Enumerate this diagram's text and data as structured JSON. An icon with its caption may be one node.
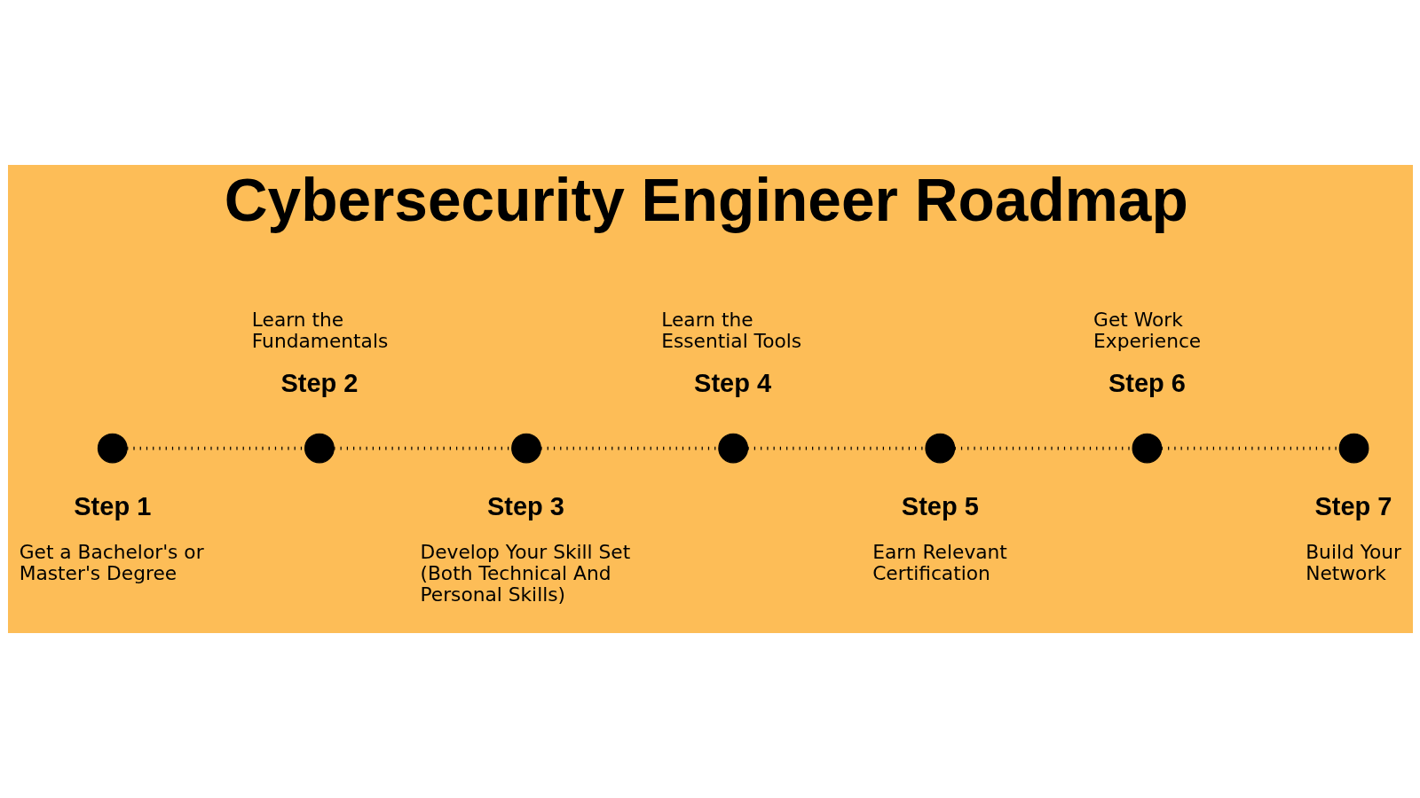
{
  "diagram": {
    "title": "Cybersecurity Engineer Roadmap",
    "nodes": [
      {
        "text": [],
        "shape": "circle",
        "beside": [
          "Step 1",
          "Get a Bachelor's or Master's Degree"
        ]
      },
      {
        "text": [],
        "shape": "circle",
        "beside": [
          "Step 2",
          "Learn the Fundamentals"
        ]
      },
      {
        "text": [],
        "shape": "circle",
        "beside": [
          "Step 3",
          "Develop Your Skill Set (Both Technical And Personal Skills)"
        ]
      },
      {
        "text": [],
        "shape": "circle",
        "beside": [
          "Step 4",
          "Learn the Essential Tools"
        ]
      },
      {
        "text": [],
        "shape": "circle",
        "beside": [
          "Step 5",
          "Earn Relevant Certification"
        ]
      },
      {
        "text": [],
        "shape": "circle",
        "beside": [
          "Step 6",
          "Get Work Experience"
        ]
      },
      {
        "text": [],
        "shape": "circle",
        "beside": [
          "Step 7",
          "Build Your Network"
        ]
      }
    ],
    "edges": [
      {
        "from": 0,
        "to": 1,
        "arrow": "none",
        "style": "dashed"
      },
      {
        "from": 1,
        "to": 2,
        "arrow": "none",
        "style": "dashed"
      },
      {
        "from": 2,
        "to": 3,
        "arrow": "none",
        "style": "dashed"
      },
      {
        "from": 3,
        "to": 4,
        "arrow": "none",
        "style": "dashed"
      },
      {
        "from": 4,
        "to": 5,
        "arrow": "none",
        "style": "dashed"
      },
      {
        "from": 5,
        "to": 6,
        "arrow": "none",
        "style": "dashed"
      }
    ]
  }
}
